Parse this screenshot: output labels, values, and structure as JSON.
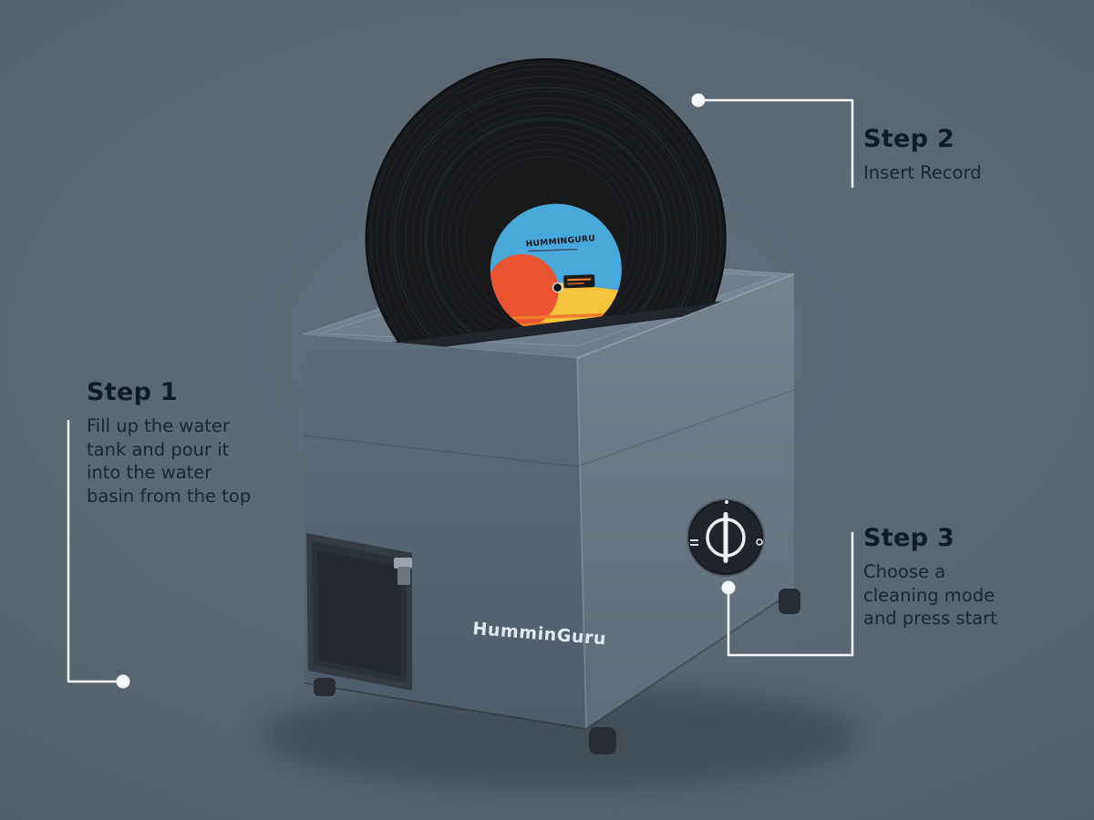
{
  "scene": {
    "background_color": "#57646f",
    "line_color": "#f5f7f8"
  },
  "product": {
    "brand_logo": "HumminGuru",
    "record_label_brand": "HUMMINGURU"
  },
  "annotations": {
    "step1": {
      "title": "Step 1",
      "description": "Fill up the water\ntank and pour it\ninto the water\nbasin from the top"
    },
    "step2": {
      "title": "Step 2",
      "description": "Insert Record"
    },
    "step3": {
      "title": "Step 3",
      "description": "Choose a\ncleaning mode\nand press start"
    }
  },
  "colors": {
    "text_dark": "#141c26",
    "machine_body": "#6a7885",
    "record_black": "#17191b",
    "label_yellow": "#f3c53e",
    "label_blue": "#49a8da",
    "label_red": "#ea5430",
    "label_orange": "#ef7b2c",
    "dial_face": "#20252b",
    "annotation_white": "#f5f7f8"
  }
}
